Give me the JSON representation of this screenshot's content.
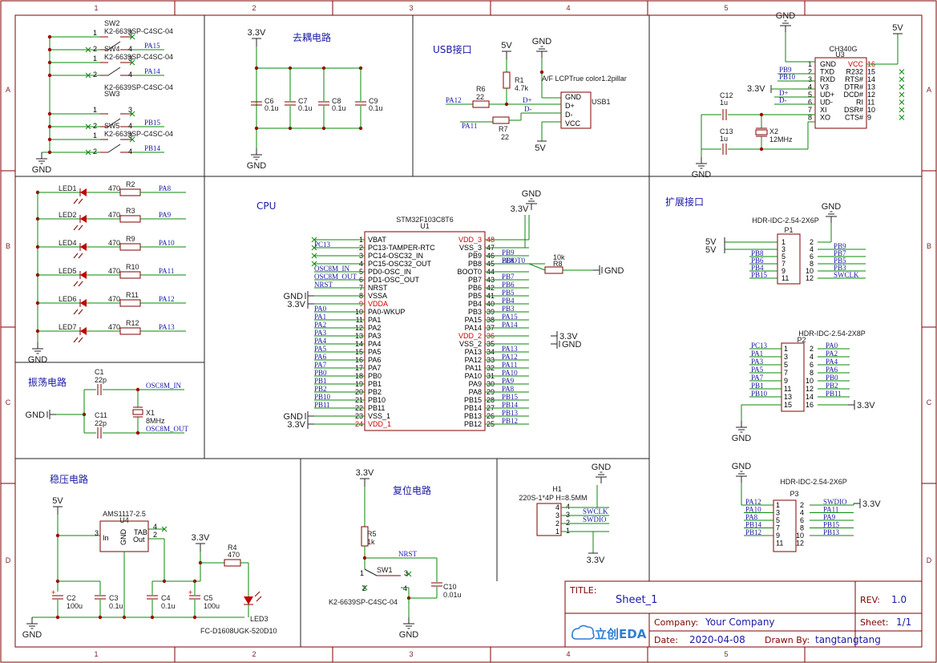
{
  "grid": {
    "cols": [
      "1",
      "2",
      "3",
      "4",
      "5"
    ],
    "rows": [
      "A",
      "B",
      "C",
      "D"
    ]
  },
  "sections": {
    "decouple": "去耦电路",
    "usb": "USB接口",
    "cpu": "CPU",
    "expand": "扩展接口",
    "osc": "振荡电路",
    "regulator": "稳压电路",
    "reset": "复位电路"
  },
  "switches": [
    {
      "ref": "SW2",
      "part": "K2-6639SP-C4SC-04",
      "net": "PA15"
    },
    {
      "ref": "SW4",
      "part": "K2-6639SP-C4SC-04",
      "net": "PA14"
    },
    {
      "ref": "SW3",
      "part": "K2-6639SP-C4SC-04",
      "net": "PB15"
    },
    {
      "ref": "SW5",
      "part": "K2-6639SP-C4SC-04",
      "net": "PB14"
    }
  ],
  "leds": [
    {
      "ref": "LED1",
      "res": "R2",
      "val": "470",
      "net": "PA8"
    },
    {
      "ref": "LED2",
      "res": "R3",
      "val": "470",
      "net": "PA9"
    },
    {
      "ref": "LED4",
      "res": "R9",
      "val": "470",
      "net": "PA10"
    },
    {
      "ref": "LED5",
      "res": "R10",
      "val": "470",
      "net": "PA11"
    },
    {
      "ref": "LED6",
      "res": "R11",
      "val": "470",
      "net": "PA12"
    },
    {
      "ref": "LED7",
      "res": "R12",
      "val": "470",
      "net": "PA13"
    }
  ],
  "decaps": [
    {
      "ref": "C6",
      "val": "0.1u"
    },
    {
      "ref": "C7",
      "val": "0.1u"
    },
    {
      "ref": "C8",
      "val": "0.1u"
    },
    {
      "ref": "C9",
      "val": "0.1u"
    }
  ],
  "power": {
    "v33": "3.3V",
    "v5": "5V",
    "gnd": "GND"
  },
  "usb": {
    "r6": "R6",
    "r6v": "22",
    "r7": "R7",
    "r7v": "22",
    "r1": "R1",
    "r1v": "4.7k",
    "pa12": "PA12",
    "pa11": "PA11",
    "dp": "D+",
    "dm": "D-",
    "ref": "USB1",
    "part": "A/F LCPTrue color1.2pillar",
    "pins": [
      "GND",
      "D+",
      "D-",
      "VCC"
    ]
  },
  "ch340": {
    "ref": "U3",
    "part": "CH340G",
    "c12": "C12",
    "c12v": "1u",
    "c13": "C13",
    "c13v": "1u",
    "x2": "X2",
    "x2v": "12MHz",
    "left": [
      {
        "n": "1",
        "s": "GND"
      },
      {
        "n": "2",
        "s": "TXD"
      },
      {
        "n": "3",
        "s": "RXD"
      },
      {
        "n": "4",
        "s": "V3"
      },
      {
        "n": "5",
        "s": "UD+"
      },
      {
        "n": "6",
        "s": "UD-"
      },
      {
        "n": "7",
        "s": "XI"
      },
      {
        "n": "8",
        "s": "XO"
      }
    ],
    "right": [
      {
        "n": "16",
        "s": "VCC"
      },
      {
        "n": "15",
        "s": "R232"
      },
      {
        "n": "14",
        "s": "RTS#"
      },
      {
        "n": "13",
        "s": "DTR#"
      },
      {
        "n": "12",
        "s": "DCD#"
      },
      {
        "n": "11",
        "s": "RI"
      },
      {
        "n": "10",
        "s": "DSR#"
      },
      {
        "n": "9",
        "s": "CTS#"
      }
    ],
    "nets": [
      "PB9",
      "PB10",
      "3.3V",
      "D+",
      "D-"
    ]
  },
  "mcu": {
    "ref": "U1",
    "part": "STM32F103C8T6",
    "left": [
      {
        "n": "1",
        "s": "VBAT",
        "net": ""
      },
      {
        "n": "2",
        "s": "PC13-TAMPER-RTC",
        "net": "PC13"
      },
      {
        "n": "3",
        "s": "PC14-OSC32_IN",
        "net": ""
      },
      {
        "n": "4",
        "s": "PC15-OSC32_OUT",
        "net": ""
      },
      {
        "n": "5",
        "s": "PD0-OSC_IN",
        "net": "OSC8M_IN"
      },
      {
        "n": "6",
        "s": "PD1-OSC_OUT",
        "net": "OSC8M_OUT"
      },
      {
        "n": "7",
        "s": "NRST",
        "net": "NRST"
      },
      {
        "n": "8",
        "s": "VSSA",
        "net": ""
      },
      {
        "n": "9",
        "s": "VDDA",
        "net": "",
        "red": true
      },
      {
        "n": "10",
        "s": "PA0-WKUP",
        "net": "PA0"
      },
      {
        "n": "11",
        "s": "PA1",
        "net": "PA1"
      },
      {
        "n": "12",
        "s": "PA2",
        "net": "PA2"
      },
      {
        "n": "13",
        "s": "PA3",
        "net": "PA3"
      },
      {
        "n": "14",
        "s": "PA4",
        "net": "PA4"
      },
      {
        "n": "15",
        "s": "PA5",
        "net": "PA5"
      },
      {
        "n": "16",
        "s": "PA6",
        "net": "PA6"
      },
      {
        "n": "17",
        "s": "PA7",
        "net": "PA7"
      },
      {
        "n": "18",
        "s": "PB0",
        "net": "PB0"
      },
      {
        "n": "19",
        "s": "PB1",
        "net": "PB1"
      },
      {
        "n": "20",
        "s": "PB2",
        "net": "PB2"
      },
      {
        "n": "21",
        "s": "PB10",
        "net": "PB10"
      },
      {
        "n": "22",
        "s": "PB11",
        "net": "PB11"
      },
      {
        "n": "23",
        "s": "VSS_1",
        "net": ""
      },
      {
        "n": "24",
        "s": "VDD_1",
        "net": "",
        "red": true
      }
    ],
    "right": [
      {
        "n": "48",
        "s": "VDD_3",
        "net": "",
        "red": true
      },
      {
        "n": "47",
        "s": "VSS_3",
        "net": ""
      },
      {
        "n": "46",
        "s": "PB9",
        "net": "PB9"
      },
      {
        "n": "45",
        "s": "PB8",
        "net": "PB8"
      },
      {
        "n": "44",
        "s": "BOOT0",
        "net": "BOOT0"
      },
      {
        "n": "43",
        "s": "PB7",
        "net": "PB7"
      },
      {
        "n": "42",
        "s": "PB6",
        "net": "PB6"
      },
      {
        "n": "41",
        "s": "PB5",
        "net": "PB5"
      },
      {
        "n": "40",
        "s": "PB4",
        "net": "PB4"
      },
      {
        "n": "39",
        "s": "PB3",
        "net": "PB3"
      },
      {
        "n": "38",
        "s": "PA15",
        "net": "PA15"
      },
      {
        "n": "37",
        "s": "PA14",
        "net": "PA14"
      },
      {
        "n": "36",
        "s": "VDD_2",
        "net": "",
        "red": true
      },
      {
        "n": "35",
        "s": "VSS_2",
        "net": ""
      },
      {
        "n": "34",
        "s": "PA13",
        "net": "PA13"
      },
      {
        "n": "33",
        "s": "PA12",
        "net": "PA12"
      },
      {
        "n": "32",
        "s": "PA11",
        "net": "PA11"
      },
      {
        "n": "31",
        "s": "PA10",
        "net": "PA10"
      },
      {
        "n": "30",
        "s": "PA9",
        "net": "PA9"
      },
      {
        "n": "29",
        "s": "PA8",
        "net": "PA8"
      },
      {
        "n": "28",
        "s": "PB15",
        "net": "PB15"
      },
      {
        "n": "27",
        "s": "PB14",
        "net": "PB14"
      },
      {
        "n": "26",
        "s": "PB13",
        "net": "PB13"
      },
      {
        "n": "25",
        "s": "PB12",
        "net": "PB12"
      }
    ],
    "r8": "R8",
    "r8v": "10k"
  },
  "p1": {
    "ref": "P1",
    "part": "HDR-IDC-2.54-2X6P",
    "rows": [
      {
        "l": "5V",
        "a": "1",
        "b": "2",
        "r": ""
      },
      {
        "l": "5V",
        "a": "3",
        "b": "4",
        "r": "PB9"
      },
      {
        "l": "PB8",
        "a": "5",
        "b": "6",
        "r": "PB7"
      },
      {
        "l": "PB6",
        "a": "7",
        "b": "8",
        "r": "PB5"
      },
      {
        "l": "PB4",
        "a": "9",
        "b": "10",
        "r": "PB3"
      },
      {
        "l": "PB15",
        "a": "11",
        "b": "12",
        "r": "SWCLK"
      }
    ]
  },
  "p2": {
    "ref": "P2",
    "part": "HDR-IDC-2.54-2X8P",
    "rows": [
      {
        "l": "PC13",
        "a": "1",
        "b": "2",
        "r": "PA0"
      },
      {
        "l": "PA1",
        "a": "3",
        "b": "4",
        "r": "PA2"
      },
      {
        "l": "PA3",
        "a": "5",
        "b": "6",
        "r": "PA4"
      },
      {
        "l": "PA5",
        "a": "7",
        "b": "8",
        "r": "PA6"
      },
      {
        "l": "PA7",
        "a": "9",
        "b": "10",
        "r": "PB0"
      },
      {
        "l": "PB1",
        "a": "11",
        "b": "12",
        "r": "PB2"
      },
      {
        "l": "PB10",
        "a": "13",
        "b": "14",
        "r": "PB11"
      },
      {
        "l": "",
        "a": "15",
        "b": "16",
        "r": ""
      }
    ]
  },
  "p3": {
    "ref": "P3",
    "part": "HDR-IDC-2.54-2X6P",
    "rows": [
      {
        "l": "PA12",
        "a": "1",
        "b": "2",
        "r": "SWDIO"
      },
      {
        "l": "PA10",
        "a": "3",
        "b": "4",
        "r": "PA11"
      },
      {
        "l": "PA8",
        "a": "5",
        "b": "6",
        "r": "PA9"
      },
      {
        "l": "PB14",
        "a": "7",
        "b": "8",
        "r": "PB15"
      },
      {
        "l": "PB12",
        "a": "9",
        "b": "10",
        "r": "PB13"
      },
      {
        "l": "",
        "a": "11",
        "b": "12",
        "r": ""
      }
    ]
  },
  "osc": {
    "c1": "C1",
    "c1v": "22p",
    "c11": "C11",
    "c11v": "22p",
    "x1": "X1",
    "x1v": "8MHz",
    "in": "OSC8M_IN",
    "out": "OSC8M_OUT"
  },
  "reg": {
    "ref": "U4",
    "part": "AMS1117-2.5",
    "in": "In",
    "out": "Out",
    "tab": "TAB",
    "gnd": "GND",
    "c2": "C2",
    "c2v": "100u",
    "c3": "C3",
    "c3v": "0.1u",
    "c4": "C4",
    "c4v": "0.1u",
    "c5": "C5",
    "c5v": "100u",
    "r4": "R4",
    "r4v": "470",
    "led": "LED3",
    "ledpart": "FC-D1608UGK-520D10"
  },
  "rst": {
    "r5": "R5",
    "r5v": "1k",
    "sw": "SW1",
    "part": "K2-6639SP-C4SC-04",
    "c10": "C10",
    "c10v": "0.01u",
    "nrst": "NRST"
  },
  "h1": {
    "ref": "H1",
    "part": "220S-1*4P H=8.5MM",
    "swclk": "SWCLK",
    "swdio": "SWDIO"
  },
  "title_block": {
    "title_label": "TITLE:",
    "title": "Sheet_1",
    "rev_label": "REV:",
    "rev": "1.0",
    "company_label": "Company:",
    "company": "Your Company",
    "sheet_label": "Sheet:",
    "sheet": "1/1",
    "date_label": "Date:",
    "date": "2020-04-08",
    "drawn_label": "Drawn By:",
    "drawn": "tangtangtang",
    "logo": "立创EDA"
  }
}
